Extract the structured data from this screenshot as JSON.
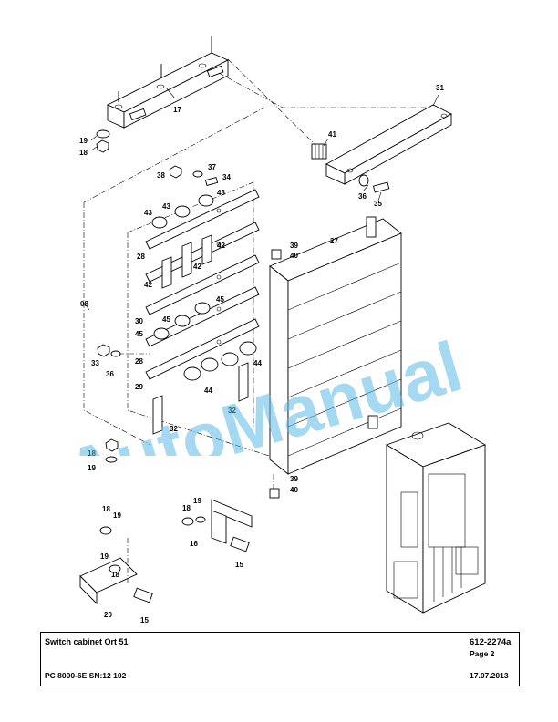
{
  "title_block": {
    "title": "Switch cabinet Ort 51",
    "document_number": "612-2274a",
    "page": "Page 2",
    "machine": "PC 8000-6E SN:12 102",
    "date": "17.07.2013"
  },
  "watermark": {
    "text": "AutoManual",
    "color": "#5bb8e6"
  },
  "callouts": [
    {
      "name": "callout-17",
      "text": "17"
    },
    {
      "name": "callout-31",
      "text": "31"
    },
    {
      "name": "callout-19a",
      "text": "19"
    },
    {
      "name": "callout-18a",
      "text": "18"
    },
    {
      "name": "callout-41",
      "text": "41"
    },
    {
      "name": "callout-37",
      "text": "37"
    },
    {
      "name": "callout-38",
      "text": "38"
    },
    {
      "name": "callout-34",
      "text": "34"
    },
    {
      "name": "callout-43a",
      "text": "43"
    },
    {
      "name": "callout-43b",
      "text": "43"
    },
    {
      "name": "callout-43c",
      "text": "43"
    },
    {
      "name": "callout-36a",
      "text": "36"
    },
    {
      "name": "callout-35",
      "text": "35"
    },
    {
      "name": "callout-27",
      "text": "27"
    },
    {
      "name": "callout-39a",
      "text": "39"
    },
    {
      "name": "callout-40a",
      "text": "40"
    },
    {
      "name": "callout-28a",
      "text": "28"
    },
    {
      "name": "callout-42a",
      "text": "42"
    },
    {
      "name": "callout-42b",
      "text": "42"
    },
    {
      "name": "callout-42c",
      "text": "42"
    },
    {
      "name": "callout-08",
      "text": "08"
    },
    {
      "name": "callout-45a",
      "text": "45"
    },
    {
      "name": "callout-30",
      "text": "30"
    },
    {
      "name": "callout-45b",
      "text": "45"
    },
    {
      "name": "callout-45c",
      "text": "45"
    },
    {
      "name": "callout-33",
      "text": "33"
    },
    {
      "name": "callout-36b",
      "text": "36"
    },
    {
      "name": "callout-28b",
      "text": "28"
    },
    {
      "name": "callout-44a",
      "text": "44"
    },
    {
      "name": "callout-29",
      "text": "29"
    },
    {
      "name": "callout-44b",
      "text": "44"
    },
    {
      "name": "callout-32a",
      "text": "32"
    },
    {
      "name": "callout-32b",
      "text": "32"
    },
    {
      "name": "callout-18b",
      "text": "18"
    },
    {
      "name": "callout-19b",
      "text": "19"
    },
    {
      "name": "callout-39b",
      "text": "39"
    },
    {
      "name": "callout-40b",
      "text": "40"
    },
    {
      "name": "callout-19c",
      "text": "19"
    },
    {
      "name": "callout-18c",
      "text": "18"
    },
    {
      "name": "callout-18d",
      "text": "18"
    },
    {
      "name": "callout-19d",
      "text": "19"
    },
    {
      "name": "callout-16",
      "text": "16"
    },
    {
      "name": "callout-15a",
      "text": "15"
    },
    {
      "name": "callout-19e",
      "text": "19"
    },
    {
      "name": "callout-18e",
      "text": "18"
    },
    {
      "name": "callout-20",
      "text": "20"
    },
    {
      "name": "callout-15b",
      "text": "15"
    }
  ]
}
